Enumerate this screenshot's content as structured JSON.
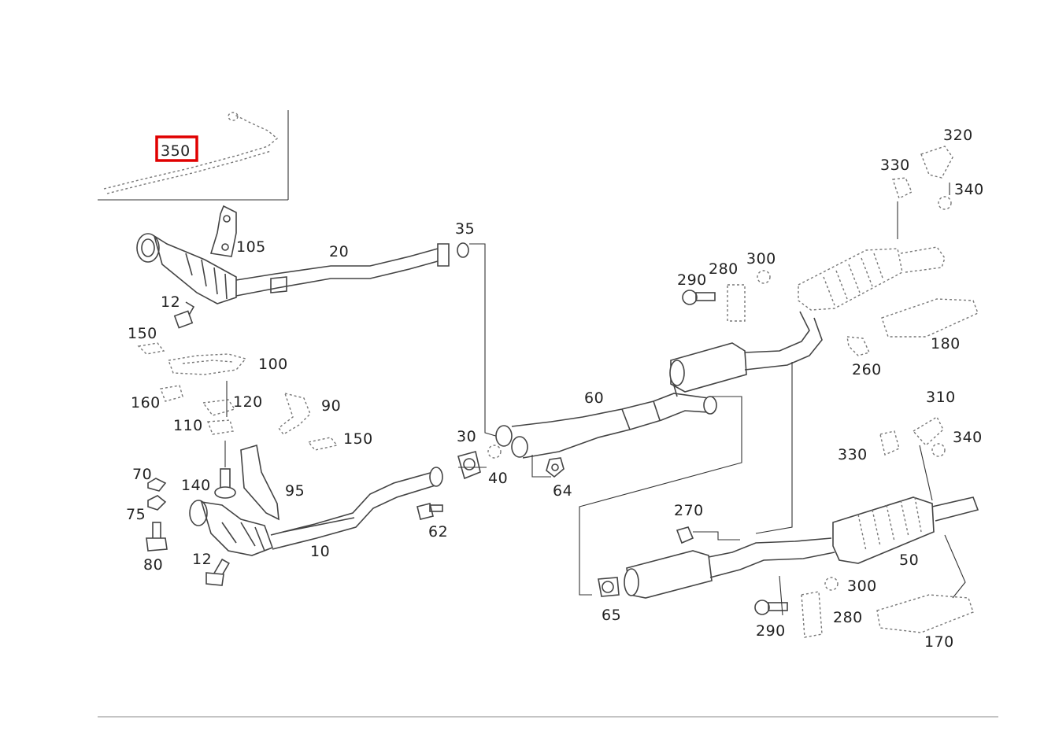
{
  "highlight_color": "#e00000",
  "callouts": {
    "p350": "350",
    "p105": "105",
    "p20": "20",
    "p35": "35",
    "p12a": "12",
    "p150a": "150",
    "p100": "100",
    "p160": "160",
    "p120": "120",
    "p90": "90",
    "p110": "110",
    "p150b": "150",
    "p70": "70",
    "p140": "140",
    "p95": "95",
    "p75": "75",
    "p80": "80",
    "p12b": "12",
    "p10": "10",
    "p30": "30",
    "p40": "40",
    "p62": "62",
    "p60": "60",
    "p64": "64",
    "p290a": "290",
    "p280a": "280",
    "p300a": "300",
    "p320": "320",
    "p330a": "330",
    "p340a": "340",
    "p180": "180",
    "p260": "260",
    "p310": "310",
    "p330b": "330",
    "p340b": "340",
    "p270": "270",
    "p50": "50",
    "p300b": "300",
    "p280b": "280",
    "p65": "65",
    "p290b": "290",
    "p170": "170"
  }
}
